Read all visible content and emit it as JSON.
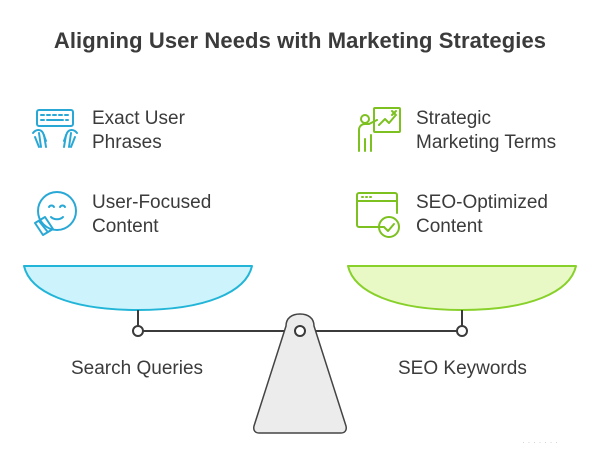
{
  "title": "Aligning User Needs with Marketing Strategies",
  "left_items": [
    {
      "label": "Exact User\nPhrases",
      "icon": "keyboard-typing-icon"
    },
    {
      "label": "User-Focused\nContent",
      "icon": "happy-face-reading-icon"
    }
  ],
  "right_items": [
    {
      "label": "Strategic\nMarketing Terms",
      "icon": "presenter-board-icon"
    },
    {
      "label": "SEO-Optimized\nContent",
      "icon": "browser-check-icon"
    }
  ],
  "left_pan_label": "Search Queries",
  "right_pan_label": "SEO Keywords",
  "colors": {
    "left_pan_fill": "#cdf3fc",
    "left_pan_stroke": "#22b5d8",
    "right_pan_fill": "#e9f9c6",
    "right_pan_stroke": "#88d02a",
    "left_icon": "#29a8d6",
    "right_icon": "#7cc11f",
    "beam": "#3b3b3b",
    "stand_fill": "#ececec"
  }
}
